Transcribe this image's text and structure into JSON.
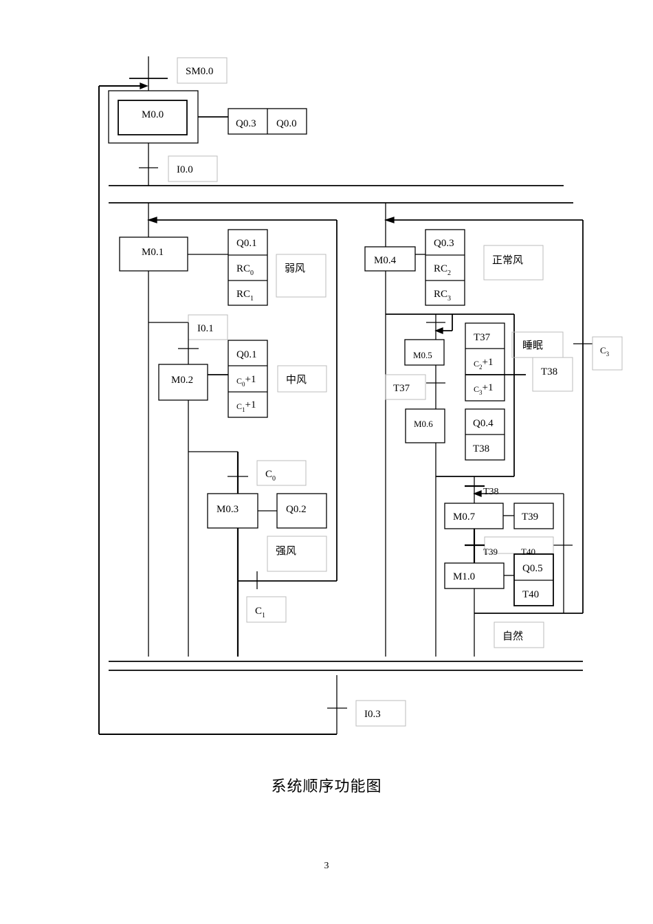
{
  "diagram": {
    "steps": {
      "m00": "M0.0",
      "m01": "M0.1",
      "m02": "M0.2",
      "m03": "M0.3",
      "m04": "M0.4",
      "m05": "M0.5",
      "m06": "M0.6",
      "m07": "M0.7",
      "m10": "M1.0"
    },
    "transitions": {
      "sm00": "SM0.0",
      "i00": "I0.0",
      "i01": "I0.1",
      "c0": "C",
      "c0_sub": "0",
      "c1": "C",
      "c1_sub": "1",
      "c3": "C",
      "c3_sub": "3",
      "t37": "T37",
      "t38_sleep": "T38",
      "t38": "T38",
      "t39": "T39",
      "t40": "T40",
      "i03": "I0.3"
    },
    "actions": {
      "m00_a": "Q0.3",
      "m00_b": "Q0.0",
      "m01_a": "Q0.1",
      "m01_b": "RC",
      "m01_b_sub": "0",
      "m01_c": "RC",
      "m01_c_sub": "1",
      "m02_a": "Q0.1",
      "m02_b": "C",
      "m02_b_sub": "0",
      "m02_b_tail": "+1",
      "m02_c": "C",
      "m02_c_sub": "1",
      "m02_c_tail": "+1",
      "m03_a": "Q0.2",
      "m04_a": "Q0.3",
      "m04_b": "RC",
      "m04_b_sub": "2",
      "m04_c": "RC",
      "m04_c_sub": "3",
      "m05_a": "T37",
      "m05_b": "C",
      "m05_b_sub": "2",
      "m05_b_tail": "+1",
      "m05_c": "C",
      "m05_c_sub": "3",
      "m05_c_tail": "+1",
      "m06_a": "Q0.4",
      "m06_b": "T38",
      "m07_a": "T39",
      "m10_a": "Q0.5",
      "m10_b": "T40"
    },
    "notes": {
      "weak": "弱风",
      "medium": "中风",
      "strong": "强风",
      "normal": "正常风",
      "sleep": "睡眠",
      "natural": "自然"
    }
  },
  "caption": "系统顺序功能图",
  "page_number": "3"
}
